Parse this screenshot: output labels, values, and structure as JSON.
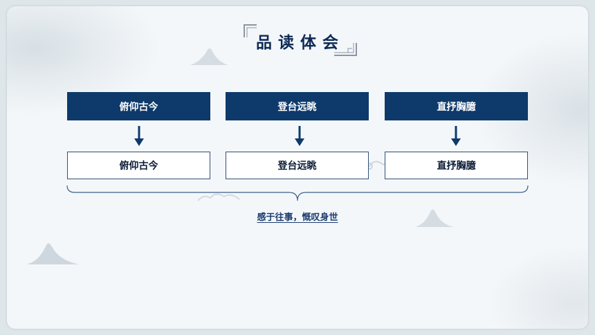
{
  "slide": {
    "title": "品读体会",
    "columns": [
      {
        "heading": "俯仰古今",
        "detail": "俯仰古今"
      },
      {
        "heading": "登台远眺",
        "detail": "登台远眺"
      },
      {
        "heading": "直抒胸臆",
        "detail": "直抒胸臆"
      }
    ],
    "summary": "感于往事，慨叹身世"
  },
  "colors": {
    "accent": "#0d3a6b",
    "title": "#0d2a55",
    "paper": "#f4f7f9"
  },
  "icons": {
    "arrow": "arrow-down-icon",
    "brace": "curly-brace",
    "decoration": "ink-mountain"
  }
}
